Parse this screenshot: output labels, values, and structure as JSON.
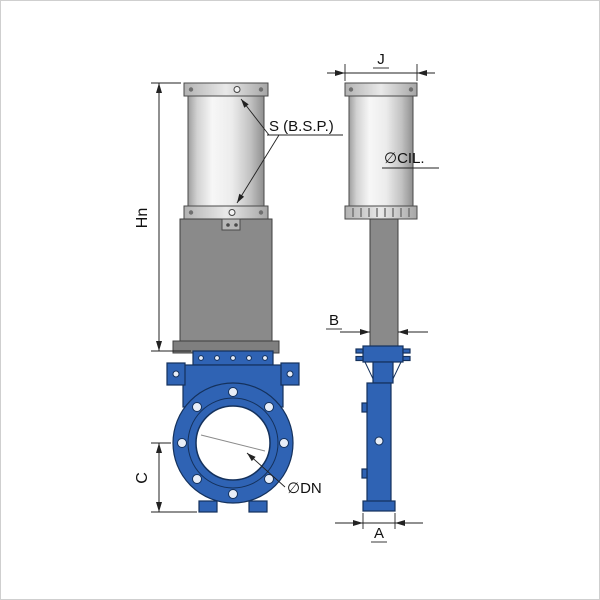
{
  "drawing": {
    "labels": {
      "hn": "Hn",
      "c": "C",
      "s_bsp": "S (B.S.P.)",
      "dn": "∅DN",
      "j": "J",
      "cil": "∅CIL.",
      "b": "B",
      "a": "A"
    },
    "colors": {
      "valve_body_blue": "#2f63b4",
      "valve_outline_blue": "#14315c",
      "bolt_hole_light": "#e8eef8",
      "yoke_gray": "#8a8a8a",
      "cylinder_gray": "#d9d9d9",
      "dimension_line": "#222222",
      "background": "#ffffff"
    }
  }
}
